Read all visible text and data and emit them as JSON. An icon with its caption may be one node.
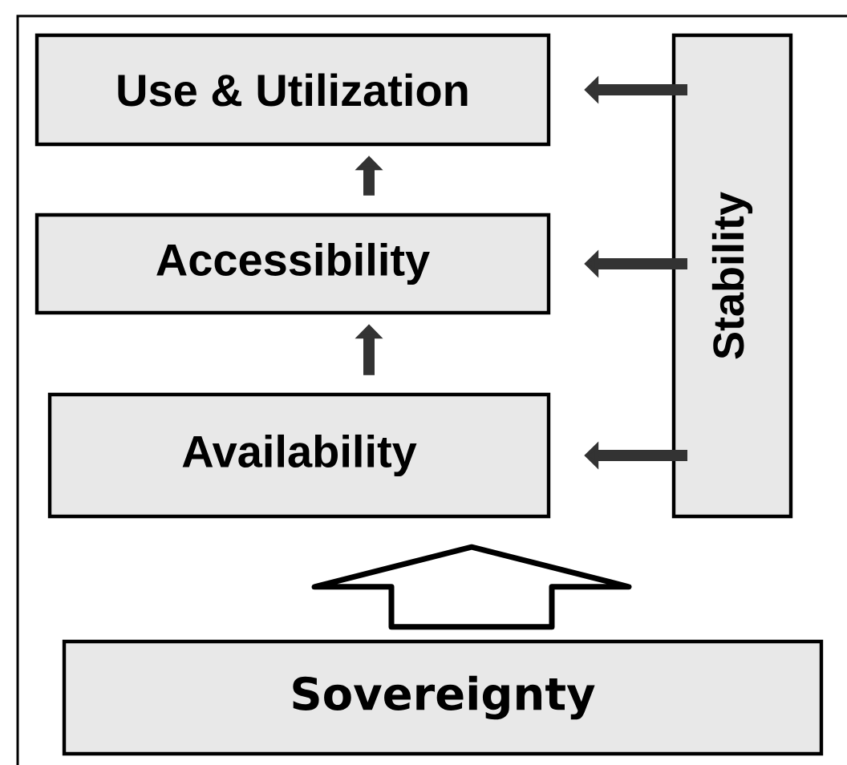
{
  "diagram": {
    "nodes": [
      {
        "text": [
          "Use & Utilization"
        ]
      },
      {
        "text": [
          "Accessibility"
        ]
      },
      {
        "text": [
          "Availability"
        ]
      },
      {
        "text": [
          "Stability"
        ]
      },
      {
        "text": [
          "Sovereignty"
        ]
      }
    ],
    "edges": [
      {
        "from": 2,
        "to": 1,
        "arrow": "to"
      },
      {
        "from": 1,
        "to": 0,
        "arrow": "to"
      },
      {
        "from": 3,
        "to": 0,
        "arrow": "to"
      },
      {
        "from": 3,
        "to": 1,
        "arrow": "to"
      },
      {
        "from": 3,
        "to": 2,
        "arrow": "to"
      },
      {
        "from": 4,
        "to": 2,
        "arrow": "to",
        "style": "thick"
      }
    ]
  }
}
